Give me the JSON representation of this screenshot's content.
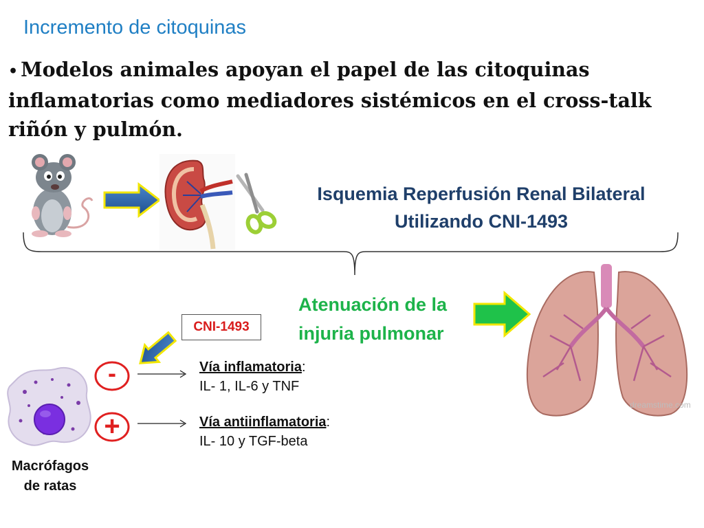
{
  "slide": {
    "title": "Incremento de citoquinas",
    "bullet_marker": "•",
    "bullet_text": "Modelos animales apoyan el papel de las citoquinas inflamatorias como mediadores sistémicos  en el cross-talk riñón y pulmón."
  },
  "procedure": {
    "line1": "Isquemia Reperfusión Renal Bilateral",
    "line2": "Utilizando CNI-1493"
  },
  "outcome": {
    "line1": "Atenuación de la",
    "line2": "injuria pulmonar"
  },
  "drug_label": "CNI-1493",
  "pathways": {
    "inflammatory": {
      "sign": "-",
      "name": "Vía inflamatoria",
      "colon": ":",
      "cytokines": "IL- 1, IL-6 y TNF"
    },
    "antiinflammatory": {
      "sign": "+",
      "name": "Vía  antiinflamatoria",
      "colon": ":",
      "cytokines": "IL- 10 y TGF-beta"
    }
  },
  "macrophage": {
    "line1": "Macrófagos",
    "line2": "de ratas"
  },
  "watermark": "dreamstime.com",
  "colors": {
    "title": "#1f7fc4",
    "procedure_text": "#1f3f6a",
    "outcome_text": "#1db34a",
    "drug_text": "#d91c1c",
    "sign_circle": "#e02020",
    "blue_arrow": "#2f6db5",
    "green_arrow": "#1fc24a",
    "arrow_border": "#f2e600"
  },
  "icons": [
    "rat-icon",
    "kidney-icon",
    "scissors-icon",
    "lungs-icon",
    "macrophage-icon",
    "right-arrow-icon",
    "diagonal-arrow-icon",
    "brace-icon"
  ]
}
